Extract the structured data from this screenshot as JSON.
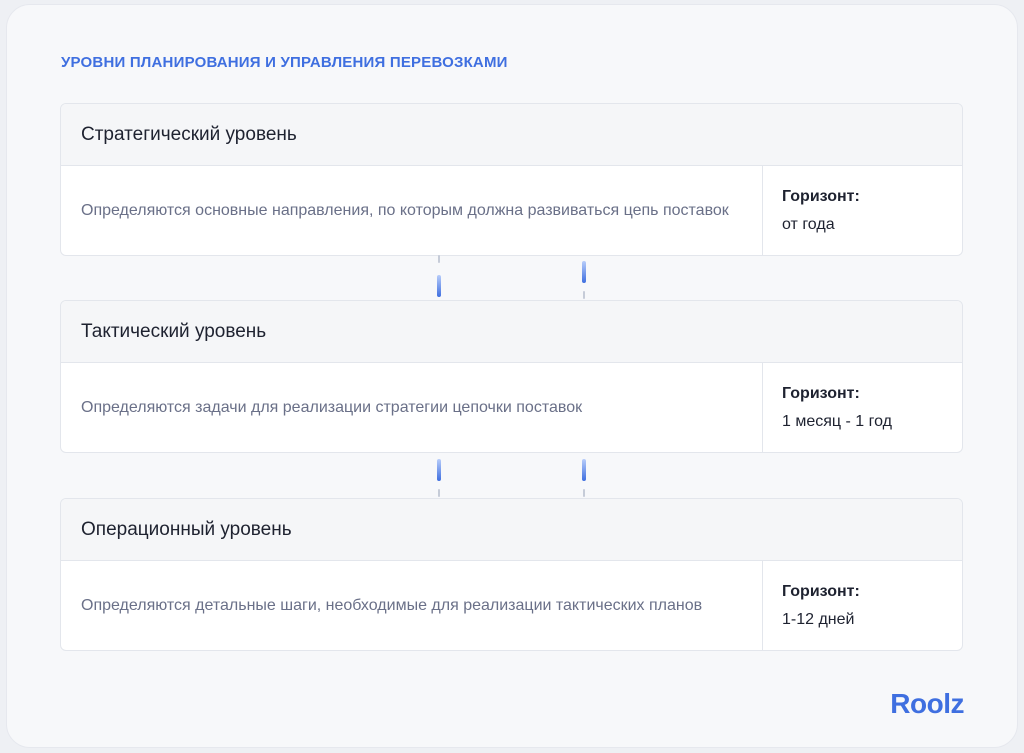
{
  "title": "УРОВНИ ПЛАНИРОВАНИЯ И УПРАВЛЕНИЯ ПЕРЕВОЗКАМИ",
  "levels": [
    {
      "name": "Стратегический уровень",
      "description": "Определяются основные направления, по которым должна развиваться цепь поставок",
      "horizon_label": "Горизонт:",
      "horizon_value": "от года"
    },
    {
      "name": "Тактический уровень",
      "description": "Определяются задачи для реализации стратегии цепочки поставок",
      "horizon_label": "Горизонт:",
      "horizon_value": "1 месяц - 1 год"
    },
    {
      "name": "Операционный уровень",
      "description": "Определяются детальные шаги, необходимые для реализации тактических планов",
      "horizon_label": "Горизонт:",
      "horizon_value": "1-12 дней"
    }
  ],
  "logo": "Roolz",
  "colors": {
    "accent": "#3f6fe0",
    "card_header_bg": "#f5f6f8",
    "text_primary": "#1e2230",
    "text_secondary": "#6a7088"
  }
}
